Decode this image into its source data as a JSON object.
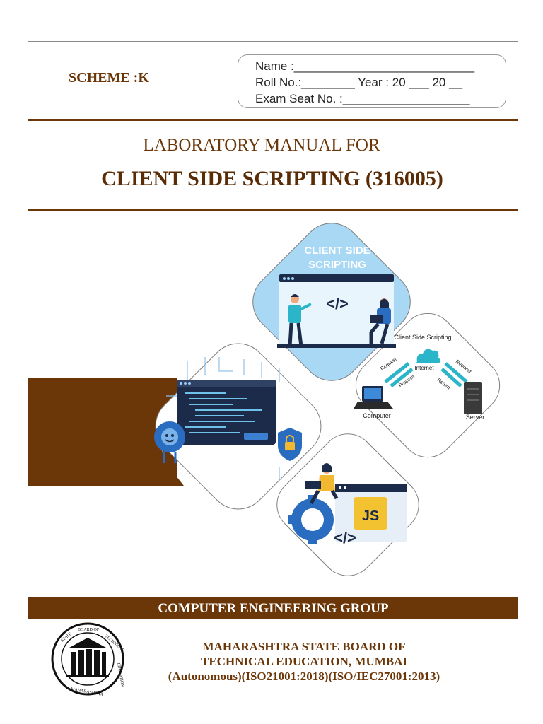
{
  "header": {
    "scheme": "SCHEME :K",
    "name_line": "Name :___________________________",
    "roll_line": "Roll No.:________ Year : 20 ___ 20 __",
    "seat_line": "Exam Seat No. :___________________"
  },
  "titles": {
    "line1": "LABORATORY MANUAL FOR",
    "line2": "CLIENT SIDE SCRIPTING  (316005)"
  },
  "illustrations": {
    "top_card_title_1": "CLIENT SIDE",
    "top_card_title_2": "SCRIPTING",
    "code_tag": "</>",
    "diagram_title": "Client Side Scripting",
    "internet": "Internet",
    "request_left": "Request",
    "process": "Process",
    "request_right": "Request",
    "return": "Return",
    "computer": "Computer",
    "server": "Server",
    "js_badge": "JS",
    "code_tag_2": "</>"
  },
  "footer": {
    "group": "COMPUTER ENGINEERING GROUP",
    "board_line1": "MAHARASHTRA STATE BOARD OF",
    "board_line2": "TECHNICAL EDUCATION, MUMBAI",
    "board_line3": "(Autonomous)(ISO21001:2018)(ISO/IEC27001:2013)"
  },
  "colors": {
    "brown": "#6b3608",
    "light_blue": "#a9d8f5",
    "teal": "#2ab5c9",
    "dark_navy": "#1d2b4a"
  }
}
